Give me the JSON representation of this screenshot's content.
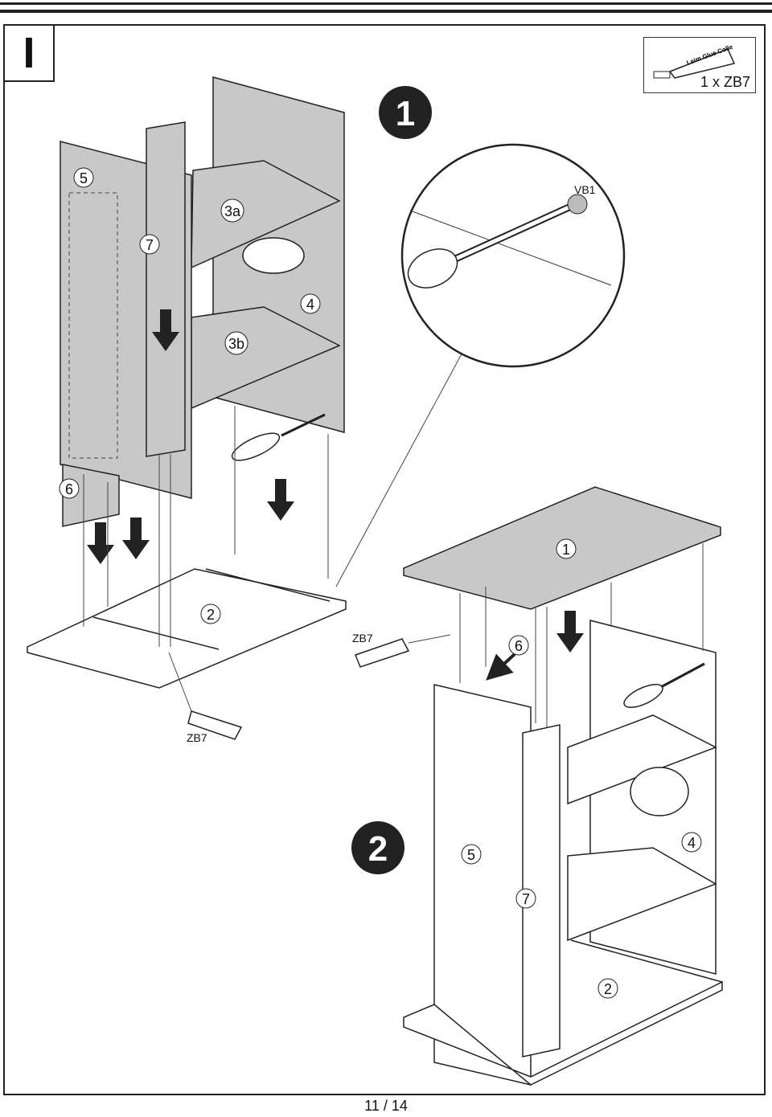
{
  "step": {
    "letter": "I"
  },
  "glue_box": {
    "quantity": "1 x ZB7",
    "tube_text": "Leim Glue Colle"
  },
  "sub_steps": [
    "1",
    "2"
  ],
  "callout": {
    "label": "VB1"
  },
  "parts": {
    "p1": "1",
    "p2": "2",
    "p3a": "3a",
    "p3b": "3b",
    "p4": "4",
    "p5": "5",
    "p6": "6",
    "p7": "7"
  },
  "glue_labels": {
    "zb7_a": "ZB7",
    "zb7_b": "ZB7"
  },
  "page": {
    "number": "11 / 14"
  },
  "colors": {
    "panel": "#c8c8c8",
    "line": "#222222",
    "panel_light": "#ffffff"
  }
}
